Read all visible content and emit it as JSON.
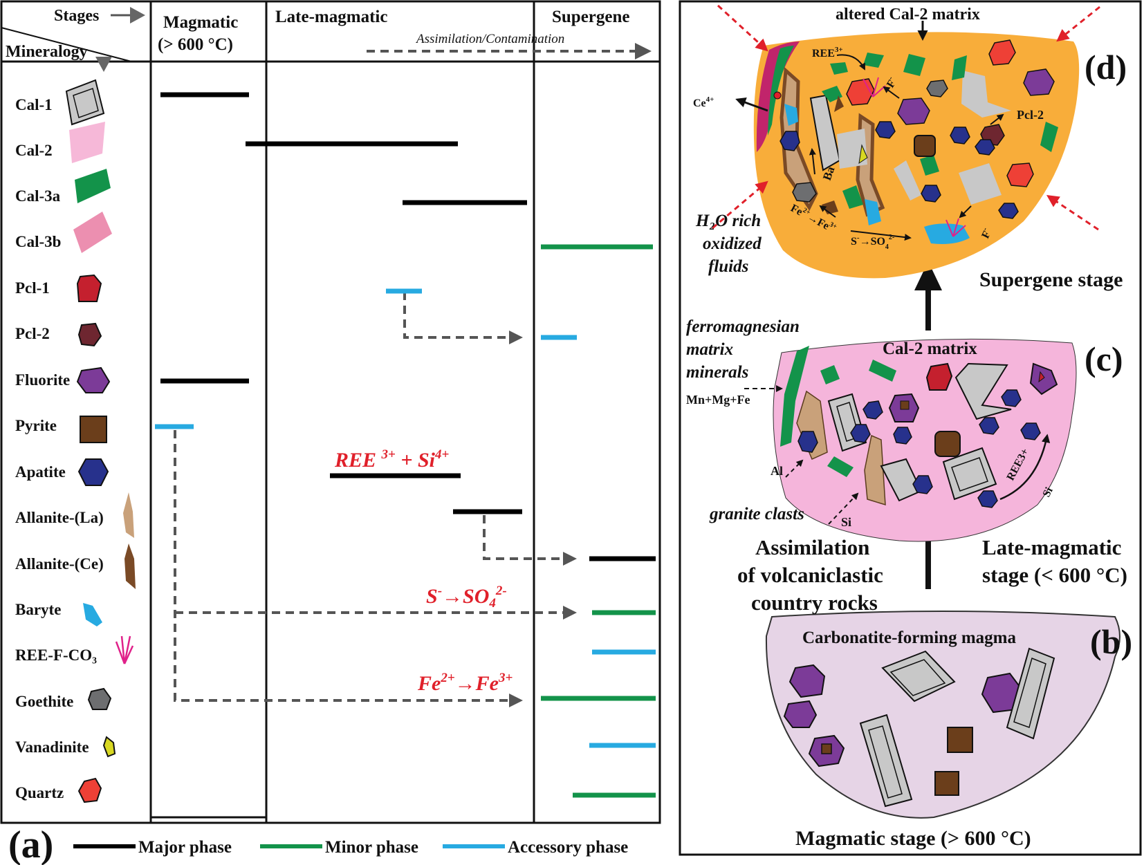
{
  "panel_a": {
    "label": "(a)",
    "header": {
      "stages": "Stages",
      "mineralogy": "Mineralogy",
      "magmatic": "Magmatic",
      "magmatic_temp": "(> 600 °C)",
      "late_magmatic": "Late-magmatic",
      "supergene": "Supergene",
      "assimilation": "Assimilation/Contamination"
    },
    "minerals": [
      {
        "name": "Cal-1",
        "icon": "cal-1-crystal-icon",
        "color": "#c8c8c8"
      },
      {
        "name": "Cal-2",
        "icon": "cal-2-icon",
        "color": "#f6b8d8"
      },
      {
        "name": "Cal-3a",
        "icon": "cal-3a-icon",
        "color": "#13934a"
      },
      {
        "name": "Cal-3b",
        "icon": "cal-3b-icon",
        "color": "#ec8fb0"
      },
      {
        "name": "Pcl-1",
        "icon": "pcl-1-icon",
        "color": "#c4202e"
      },
      {
        "name": "Pcl-2",
        "icon": "pcl-2-icon",
        "color": "#6e2630"
      },
      {
        "name": "Fluorite",
        "icon": "fluorite-icon",
        "color": "#7c3b98"
      },
      {
        "name": "Pyrite",
        "icon": "pyrite-icon",
        "color": "#6b3e1b"
      },
      {
        "name": "Apatite",
        "icon": "apatite-icon",
        "color": "#27318c"
      },
      {
        "name": "Allanite-(La)",
        "icon": "allanite-la-icon",
        "color": "#c9a17a"
      },
      {
        "name": "Allanite-(Ce)",
        "icon": "allanite-ce-icon",
        "color": "#7a4a26"
      },
      {
        "name": "Baryte",
        "icon": "baryte-icon",
        "color": "#27aae1"
      },
      {
        "name": "REE-F-CO₃",
        "icon": "ree-f-co3-icon",
        "color": "#e0218a"
      },
      {
        "name": "Goethite",
        "icon": "goethite-icon",
        "color": "#6d6e70"
      },
      {
        "name": "Vanadinite",
        "icon": "vanadinite-icon",
        "color": "#d8d822"
      },
      {
        "name": "Quartz",
        "icon": "quartz-icon",
        "color": "#ee4036"
      }
    ],
    "annotations": {
      "ree_si": "REE 3+ + Si4+",
      "s_so4": "S-→SO42-",
      "fe": "Fe2+→Fe3+"
    },
    "legend": [
      {
        "label": "Major phase",
        "color": "#000000"
      },
      {
        "label": "Minor phase",
        "color": "#13934a"
      },
      {
        "label": "Accessory phase",
        "color": "#27aae1"
      }
    ]
  },
  "panel_b": {
    "label": "(b)",
    "title": "Carbonatite-forming magma",
    "stage": "Magmatic stage (> 600 °C)",
    "fill": "#e6d4e6"
  },
  "panel_c": {
    "label": "(c)",
    "title": "Cal-2 matrix",
    "stage_line1": "Late-magmatic",
    "stage_line2": "stage (< 600 °C)",
    "ferro_line1": "ferromagnesian",
    "ferro_line2": "matrix",
    "ferro_line3": "minerals",
    "mn_mg_fe": "Mn+Mg+Fe",
    "al": "Al",
    "si": "Si",
    "granite": "granite clasts",
    "ree3": "REE3+",
    "assim_line1": "Assimilation",
    "assim_line2": "of volcaniclastic",
    "assim_line3": "country rocks",
    "fill": "#f5b5db"
  },
  "panel_d": {
    "label": "(d)",
    "title": "altered Cal-2 matrix",
    "stage": "Supergene stage",
    "ce": "Ce4+",
    "ree": "REE3+",
    "f": "F-",
    "pcl2": "Pcl-2",
    "ba": "Ba",
    "fe": "Fe2+→Fe3+",
    "s": "S-→SO42-",
    "fluid_line1": "H₂O rich",
    "fluid_line2": "oxidized",
    "fluid_line3": "fluids",
    "fill": "#f8ad3a"
  }
}
